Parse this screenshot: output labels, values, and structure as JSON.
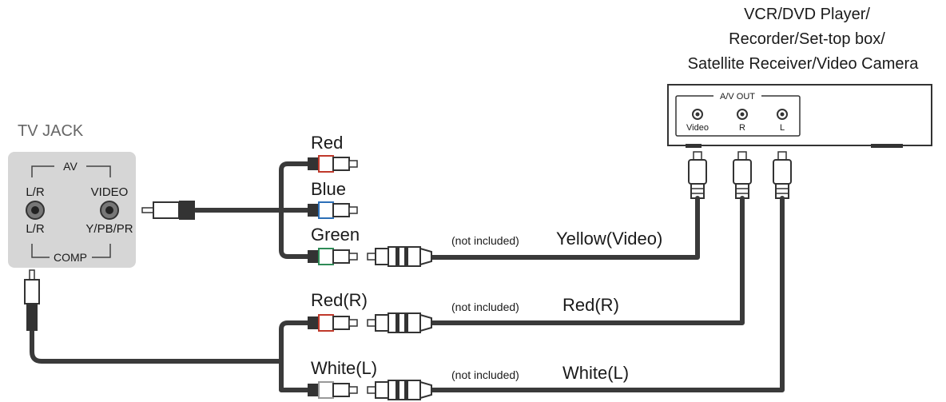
{
  "device": {
    "title_lines": [
      "VCR/DVD Player/",
      "Recorder/Set-top box/",
      "Satellite Receiver/Video Camera"
    ],
    "panel_label": "A/V OUT",
    "ports": [
      "Video",
      "R",
      "L"
    ]
  },
  "tv_jack": {
    "title": "TV JACK",
    "av_label": "AV",
    "comp_label": "COMP",
    "left_top": "L/R",
    "left_bottom": "L/R",
    "right_top": "VIDEO",
    "right_bottom": "Y/PB/PR"
  },
  "cables": {
    "component": [
      "Red",
      "Blue",
      "Green"
    ],
    "audio": [
      "Red(R)",
      "White(L)"
    ]
  },
  "connections": [
    {
      "note": "(not included)",
      "label": "Yellow(Video)"
    },
    {
      "note": "(not included)",
      "label": "Red(R)"
    },
    {
      "note": "(not included)",
      "label": "White(L)"
    }
  ]
}
